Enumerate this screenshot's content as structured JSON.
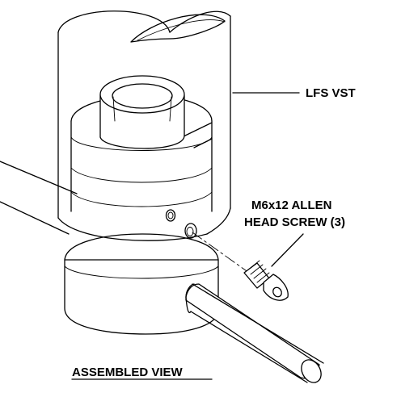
{
  "labels": {
    "lfs_vst": "LFS VST",
    "screw_line1": "M6x12 ALLEN",
    "screw_line2": "HEAD SCREW (3)",
    "view_title": "ASSEMBLED VIEW"
  }
}
